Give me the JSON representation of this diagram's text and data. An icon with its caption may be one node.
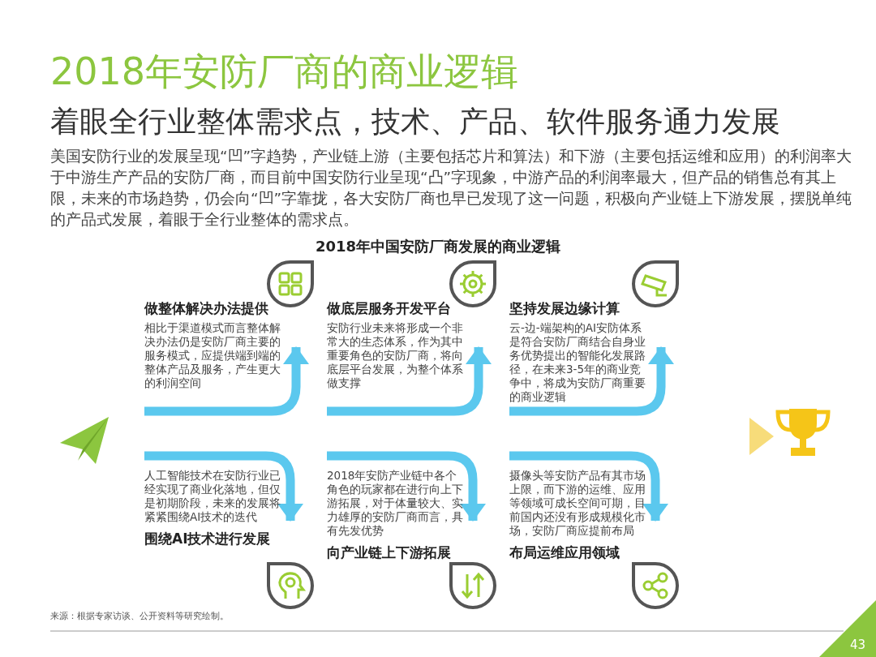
{
  "diagram": {
    "title": "2018年安防厂商的商业逻辑",
    "nodes": [
      {
        "text": [],
        "shape": "plane"
      },
      {
        "text": [
          "做整体解决办法提供",
          "相比于渠道模式而言整体解决办法仍是安防厂商主要的服务模式，应提供端到端的整体产品及服务，产生更大的利润空间"
        ]
      },
      {
        "text": [
          "做底层服务开发平台",
          "安防行业未来将形成一个非常大的生态体系，作为其中重要角色的安防厂商，将向底层平台发展，为整个体系做支撑"
        ]
      },
      {
        "text": [
          "坚持发展边缘计算",
          "云-边-端架构的AI安防体系是符合安防厂商结合自身业务优势提出的智能化发展路径，在未来3-5年的商业竞争中，将成为安防厂商重要的商业逻辑"
        ]
      },
      {
        "text": [
          "人工智能技术在安防行业已经实现了商业化落地，但仅是初期阶段，未来的发展将紧紧围绕AI技术的迭代",
          "围绕AI技术进行发展"
        ]
      },
      {
        "text": [
          "2018年安防产业链中各个角色的玩家都在进行向上下游拓展，对于体量较大、实力雄厚的安防厂商而言，具有先发优势",
          "向产业链上下游拓展"
        ]
      },
      {
        "text": [
          "摄像头等安防产品有其市场上限，而下游的运维、应用等领域可成长空间可期，目前国内还没有形成规模化市场，安防厂商应提前布局",
          "布局运维应用领域"
        ]
      },
      {
        "text": [],
        "shape": "trophy"
      }
    ],
    "edges": [
      {
        "from": 0,
        "to": 7,
        "arrow": "to"
      },
      {
        "from": null,
        "to": 1,
        "arrow": "to"
      },
      {
        "from": null,
        "to": 2,
        "arrow": "to"
      },
      {
        "from": null,
        "to": 3,
        "arrow": "to"
      },
      {
        "from": null,
        "to": 4,
        "arrow": "to"
      },
      {
        "from": null,
        "to": 5,
        "arrow": "to"
      },
      {
        "from": null,
        "to": 6,
        "arrow": "to"
      }
    ],
    "labels": [
      "着眼全行业整体需求点，技术、产品、软件服务通力发展",
      "美国安防行业的发展呈现“凹”字趋势，产业链上游（主要包括芯片和算法）和下游（主要包括运维和应用）的利润率大于中游生产产品的安防厂商，而目前中国安防行业呈现“凸”字现象，中游产品的利润率最大，但产品的销售总有其上限，未来的市场趋势，仍会向“凹”字靠拢，各大安防厂商也早已发现了这一问题，积极向产业链上下游发展，摆脱单纯的产品式发展，着眼于全行业整体的需求点。",
      "2018年中国安防厂商发展的商业逻辑",
      "来源：根据专家访谈、公开资料等研究绘制。",
      "43"
    ]
  }
}
